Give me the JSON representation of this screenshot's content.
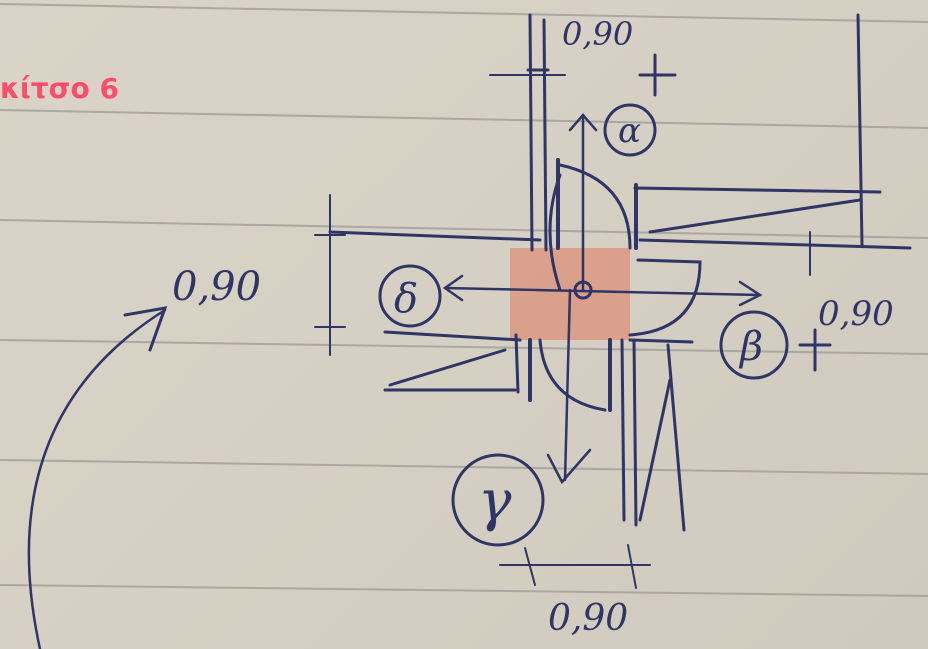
{
  "title": "κίτσο 6",
  "dimensions": {
    "top": "0,90",
    "left": "0,90",
    "right": "0,90",
    "bottom": "0,90"
  },
  "labels": {
    "alpha": "α",
    "beta": "β",
    "gamma": "γ",
    "delta": "δ"
  },
  "colors": {
    "paper": "#d8d3c6",
    "ruled_line": "#9a9a95",
    "ink": "#2f3566",
    "highlight": "#e07a5f",
    "title": "#ff4d6d"
  }
}
